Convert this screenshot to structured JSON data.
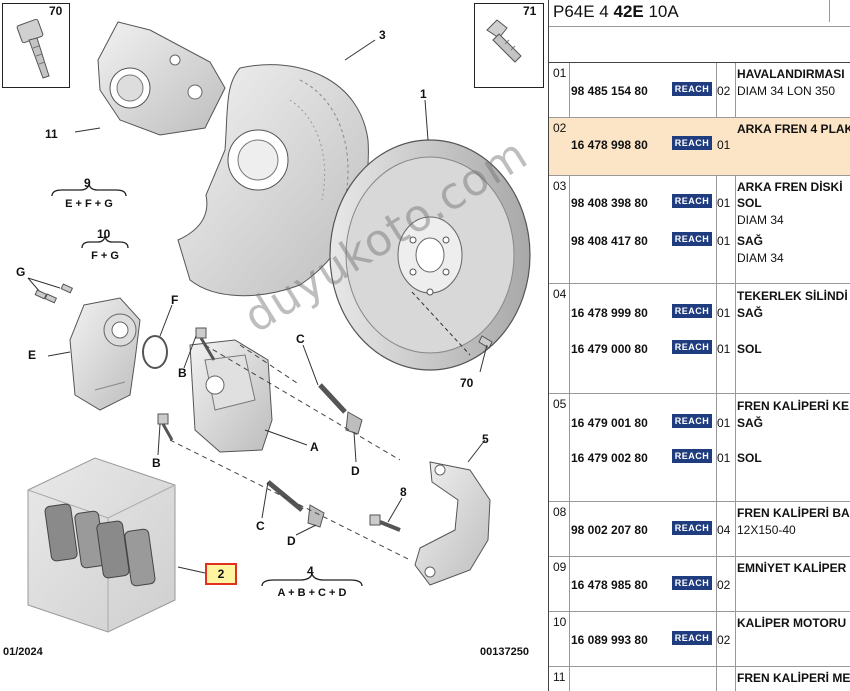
{
  "diagram": {
    "callouts": [
      {
        "id": "box70",
        "num": "70"
      },
      {
        "id": "box71",
        "num": "71"
      }
    ],
    "part_labels": {
      "p3": "3",
      "p1": "1",
      "p11": "11",
      "p70": "70",
      "p5": "5",
      "p8": "8",
      "pG": "G",
      "pF": "F",
      "pE": "E",
      "pB1": "B",
      "pB2": "B",
      "pC1": "C",
      "pC2": "C",
      "pA": "A",
      "pD1": "D",
      "pD2": "D",
      "p9": "9",
      "p10": "10",
      "p4": "4"
    },
    "highlighted_part": "2",
    "formulas": {
      "f9": "E + F + G",
      "f10": "F + G",
      "f4": "A + B + C + D"
    },
    "footer_left": "01/2024",
    "footer_right": "00137250",
    "watermark": "duyukoto.com"
  },
  "table": {
    "title_pre": "P64E 4 ",
    "title_bold": "42E",
    "title_post": " 10A",
    "reach_label": "REACH",
    "rows": [
      {
        "idx": "01",
        "parts": [
          {
            "pn": "98 485 154 80",
            "qty": "02"
          }
        ],
        "desc": [
          "HAVALANDIRMASI",
          "DIAM 34 LON 350"
        ],
        "highlight": false
      },
      {
        "idx": "02",
        "parts": [
          {
            "pn": "16 478 998 80",
            "qty": "01"
          }
        ],
        "desc": [
          "ARKA FREN 4 PLAK"
        ],
        "highlight": true
      },
      {
        "idx": "03",
        "parts": [
          {
            "pn": "98 408 398 80",
            "qty": "01"
          },
          {
            "pn": "98 408 417 80",
            "qty": "01"
          }
        ],
        "desc": [
          "ARKA FREN DİSKİ",
          "SOL",
          "DIAM 34",
          "SAĞ",
          "DIAM 34"
        ],
        "highlight": false
      },
      {
        "idx": "04",
        "parts": [
          {
            "pn": "16 478 999 80",
            "qty": "01"
          },
          {
            "pn": "16 479 000 80",
            "qty": "01"
          }
        ],
        "desc": [
          "TEKERLEK SİLİNDİ",
          "SAĞ",
          "SOL"
        ],
        "highlight": false
      },
      {
        "idx": "05",
        "parts": [
          {
            "pn": "16 479 001 80",
            "qty": "01"
          },
          {
            "pn": "16 479 002 80",
            "qty": "01"
          }
        ],
        "desc": [
          "FREN KALİPERİ KE",
          "SAĞ",
          "SOL"
        ],
        "highlight": false
      },
      {
        "idx": "08",
        "parts": [
          {
            "pn": "98 002 207 80",
            "qty": "04"
          }
        ],
        "desc": [
          "FREN KALİPERİ BA",
          "12X150-40"
        ],
        "highlight": false
      },
      {
        "idx": "09",
        "parts": [
          {
            "pn": "16 478 985 80",
            "qty": "02"
          }
        ],
        "desc": [
          "EMNİYET KALİPER"
        ],
        "highlight": false
      },
      {
        "idx": "10",
        "parts": [
          {
            "pn": "16 089 993 80",
            "qty": "02"
          }
        ],
        "desc": [
          "KALİPER MOTORU"
        ],
        "highlight": false
      },
      {
        "idx": "11",
        "parts": [],
        "desc": [
          "FREN KALİPERİ ME"
        ],
        "highlight": false
      }
    ]
  }
}
